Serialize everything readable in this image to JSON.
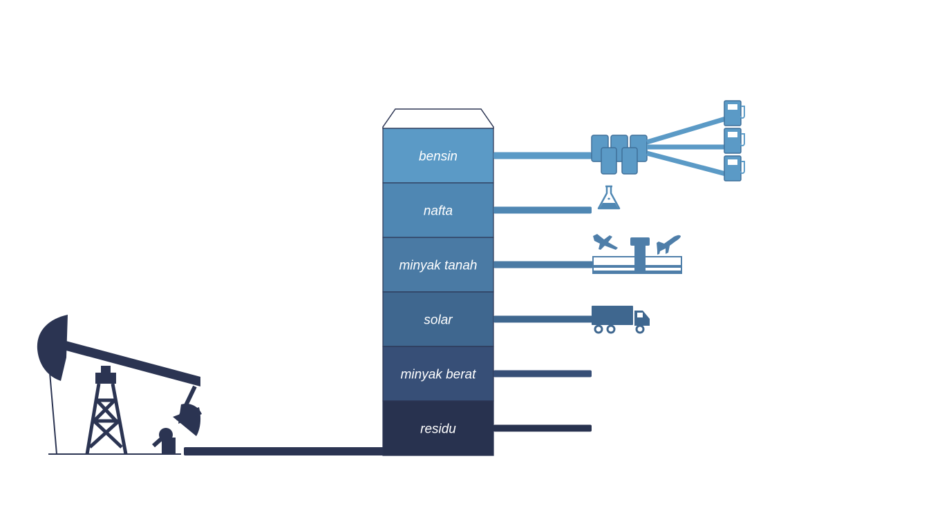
{
  "fractions": [
    {
      "label": "bensin",
      "color": "#5b9ac6",
      "use": "fuel-station-icon"
    },
    {
      "label": "nafta",
      "color": "#4f87b3",
      "use": "flask-icon"
    },
    {
      "label": "minyak tanah",
      "color": "#4a7aa4",
      "use": "airport-icon"
    },
    {
      "label": "solar",
      "color": "#3f678f",
      "use": "truck-icon"
    },
    {
      "label": "minyak berat",
      "color": "#374f77",
      "use": ""
    },
    {
      "label": "residu",
      "color": "#28324f",
      "use": ""
    }
  ],
  "colors": {
    "dark": "#2b3452",
    "pipe_top": "#5b9ac6",
    "icon_blue": "#4e7ea9"
  },
  "icons": [
    "pumpjack-icon",
    "fuel-station-icon",
    "flask-icon",
    "airplane-icon",
    "control-tower-icon",
    "truck-icon"
  ]
}
